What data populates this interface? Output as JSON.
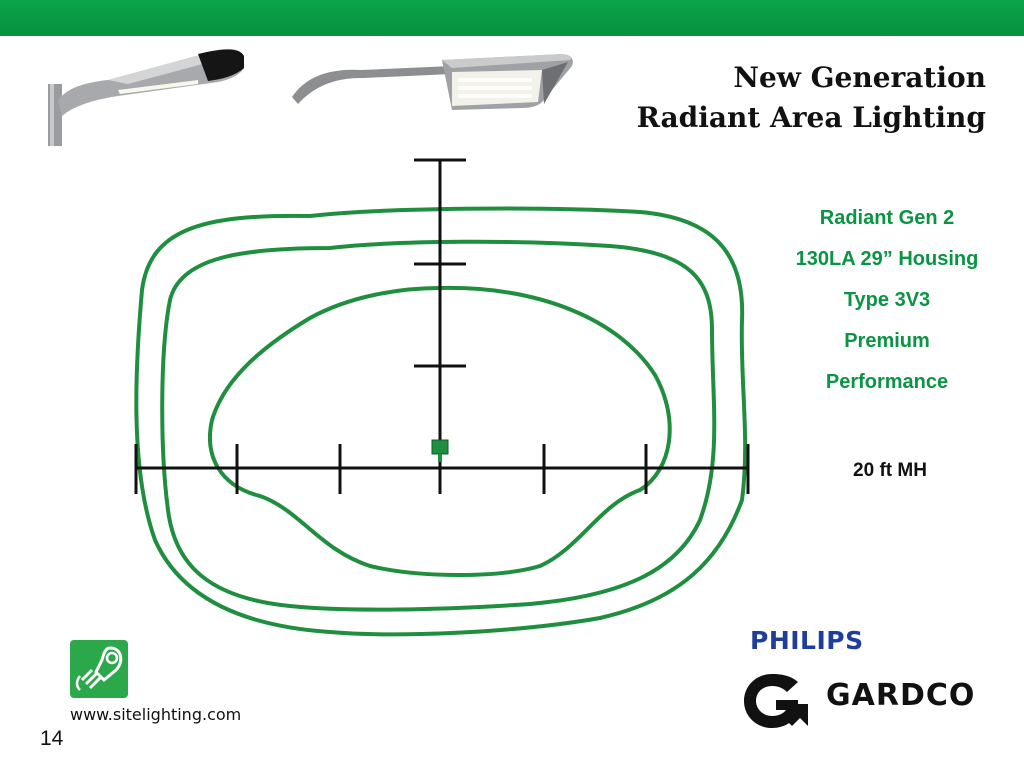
{
  "slide": {
    "title_line1": "New Generation",
    "title_line2": "Radiant Area Lighting",
    "page_number": "14",
    "website": "www.sitelighting.com"
  },
  "specs": {
    "lines": [
      "Radiant Gen 2",
      "130LA 29” Housing",
      "Type 3V3",
      "Premium",
      "Performance"
    ],
    "mounting_height": "20 ft MH"
  },
  "brands": {
    "philips": "PHILIPS",
    "gardco": "GARDCO"
  },
  "colors": {
    "accent_green": "#0b9444",
    "top_bar": "#0aa54a",
    "philips_blue": "#1f3d9c",
    "contour_green": "#1f8f3f"
  },
  "icons": [
    "green-bulb-logo-icon",
    "gardco-g-logo-icon",
    "luminaire-fixture-photo"
  ]
}
